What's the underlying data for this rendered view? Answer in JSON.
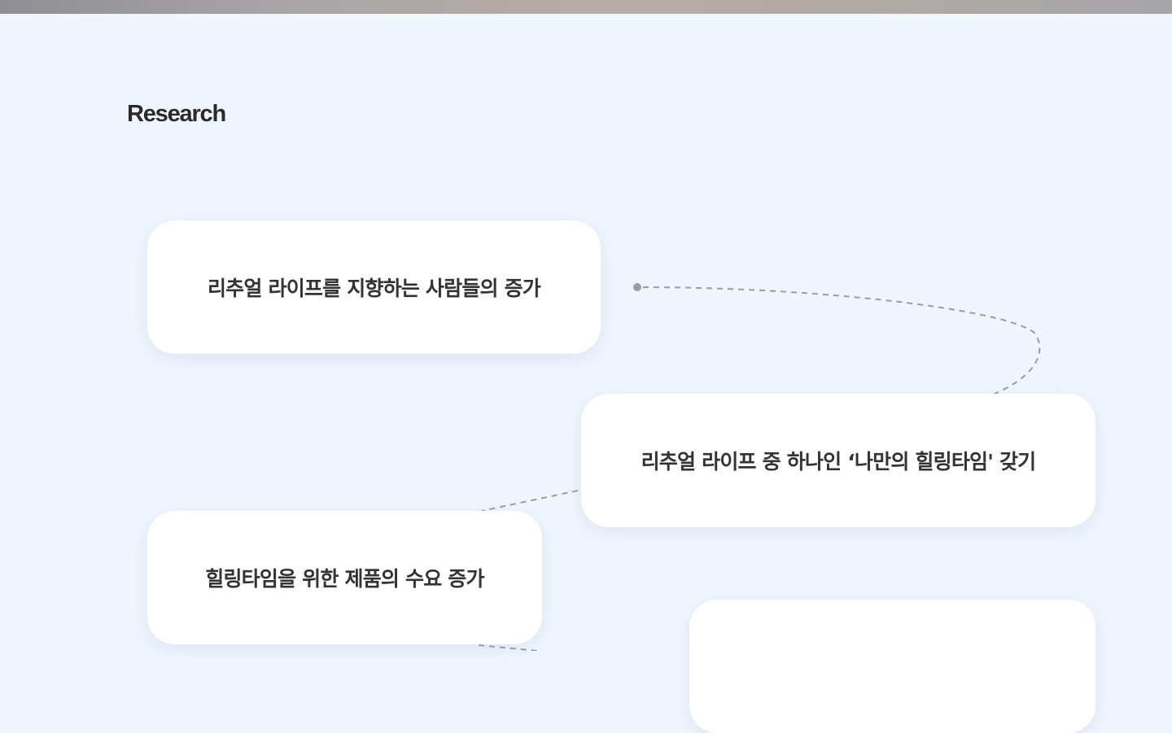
{
  "section": {
    "title": "Research"
  },
  "research_steps": [
    {
      "text": "리추얼 라이프를 지향하는 사람들의 증가"
    },
    {
      "text": "리추얼 라이프 중 하나인 ‘나만의 힐링타임' 갖기"
    },
    {
      "text": "힐링타임을 위한 제품의 수요 증가"
    },
    {
      "text": ""
    }
  ],
  "colors": {
    "background": "#f0f6fe",
    "card": "#ffffff",
    "text": "#333333",
    "title": "#2a2a2c",
    "connector": "#9a9ca3"
  }
}
